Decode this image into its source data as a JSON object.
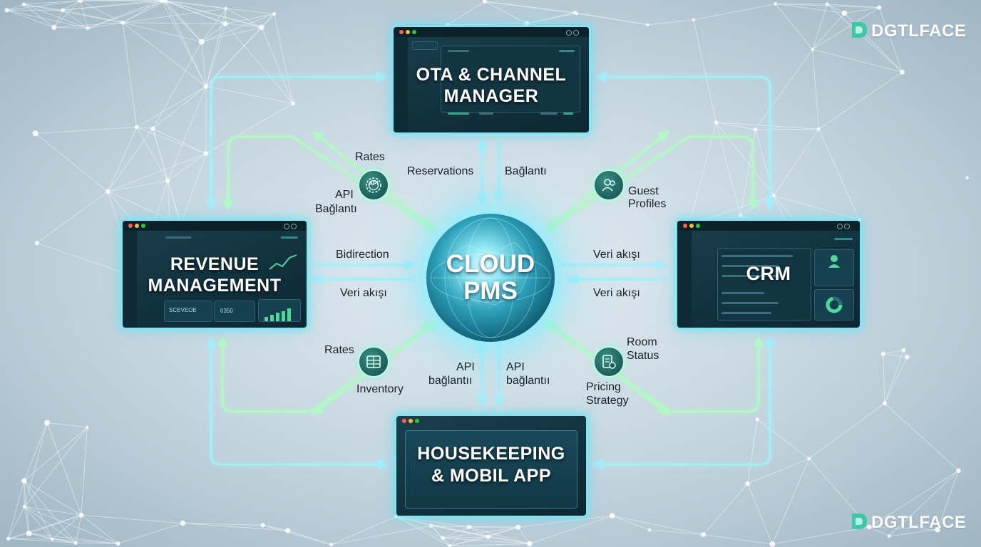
{
  "brand": {
    "name": "DGTLFACE",
    "icon": "dgtlface-logo-icon",
    "accent": "#3cc7a8"
  },
  "center": {
    "line1": "CLOUD",
    "line2": "PMS",
    "icon": "globe-network-orb"
  },
  "panels": {
    "ota": {
      "line1": "OTA & CHANNEL",
      "line2": "MANAGER"
    },
    "revenue": {
      "line1": "REVENUE",
      "line2": "MANAGEMENT",
      "mini_value_1": "SCEVEOE",
      "mini_value_2": "0350"
    },
    "crm": {
      "title": "CRM"
    },
    "housekeeping": {
      "line1": "HOUSEKEEPING",
      "line2": "& MOBIL APP"
    }
  },
  "labels": {
    "rates_top": "Rates",
    "api_baglanti_left_1": "API",
    "api_baglanti_left_2": "Bağlantı",
    "reservations": "Reservations",
    "baglanti_top": "Bağlantı",
    "guest_profiles_1": "Guest",
    "guest_profiles_2": "Profiles",
    "bidirection": "Bidirection",
    "veri_akisi_left": "Veri akışı",
    "veri_akisi_right_1": "Veri akışı",
    "veri_akisi_right_2": "Veri akışı",
    "rates_bottom": "Rates",
    "inventory": "Inventory",
    "api_baglantii_1a": "API",
    "api_baglantii_1b": "bağlantıı",
    "api_baglantii_2a": "API",
    "api_baglantii_2b": "bağlantıı",
    "room_status_1": "Room",
    "room_status_2": "Status",
    "pricing_strategy_1": "Pricing",
    "pricing_strategy_2": "Strategy",
    "api_badge_text": "API"
  },
  "icons": [
    "api-gear-icon",
    "guest-profiles-icon",
    "inventory-grid-icon",
    "room-status-icon"
  ],
  "colors": {
    "arrow_blue": "#8fe6f6",
    "arrow_green": "#9cf5b8",
    "panel_bg": "#12333f",
    "panel_border": "#7fe6f5"
  }
}
